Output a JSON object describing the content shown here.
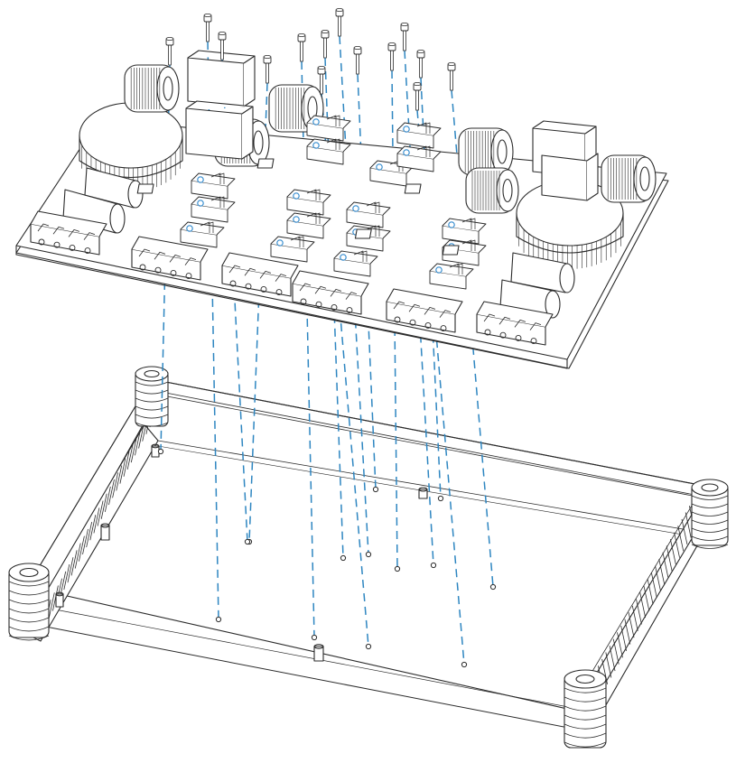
{
  "figure": {
    "kind": "exploded assembly drawing",
    "background_color": "#ffffff",
    "line_color": "#2b2b2b",
    "guide_line_color": "#2e86c1",
    "contact_highlight_color": "#3a8fd0"
  },
  "parts": {
    "pcb": {
      "name": "circuit-board",
      "screw_count": 14
    },
    "enclosure": {
      "name": "enclosure-base",
      "corner_posts": 4
    }
  }
}
